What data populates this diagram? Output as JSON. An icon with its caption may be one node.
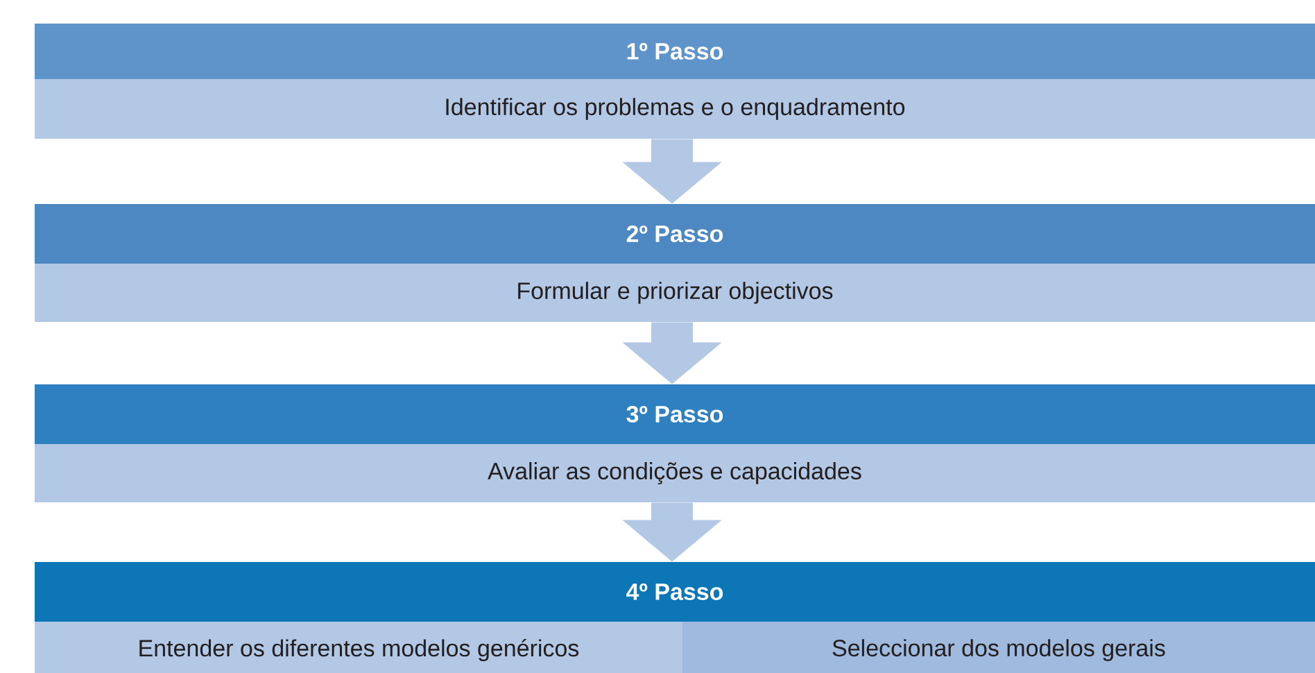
{
  "diagram": {
    "nodes": [
      {
        "text": [
          "1º Passo",
          "Identificar os problemas e o enquadramento"
        ]
      },
      {
        "text": [
          "2º Passo",
          "Formular e priorizar objectivos"
        ]
      },
      {
        "text": [
          "3º Passo",
          "Avaliar as condições e capacidades"
        ]
      },
      {
        "text": [
          "4º Passo"
        ]
      },
      {
        "text": [
          "Entender os diferentes modelos genéricos"
        ]
      },
      {
        "text": [
          "Seleccionar dos modelos gerais"
        ]
      }
    ],
    "edges": [
      {
        "from": 0,
        "to": 1,
        "arrow": "to"
      },
      {
        "from": 1,
        "to": 2,
        "arrow": "to"
      },
      {
        "from": 2,
        "to": 3,
        "arrow": "to"
      }
    ]
  }
}
